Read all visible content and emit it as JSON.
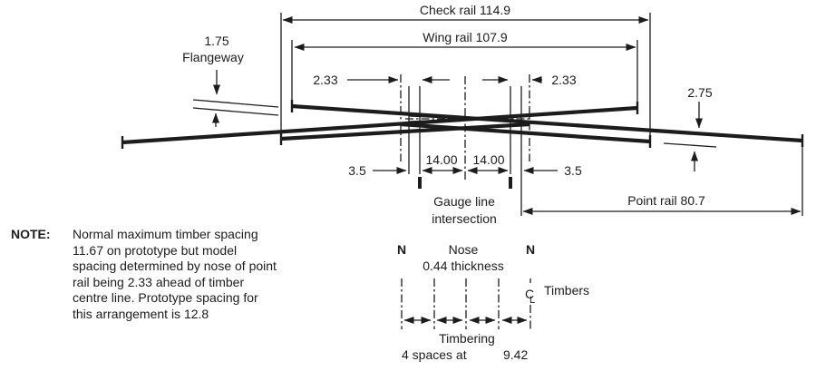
{
  "colors": {
    "ink": "#1c1c1c",
    "background": "#ffffff"
  },
  "dimensions": {
    "check_rail": "Check rail 114.9",
    "wing_rail": "Wing rail 107.9",
    "point_rail": "Point rail 80.7",
    "flangeway_value": "1.75",
    "flangeway_label": "Flangeway",
    "nose_offset_left": "2.33",
    "nose_offset_right": "2.33",
    "rail_offset": "2.75",
    "heel_left": "3.5",
    "heel_right": "3.5",
    "gauge_left": "14.00",
    "gauge_right": "14.00"
  },
  "annotations": {
    "gauge_line_1": "Gauge line",
    "gauge_line_2": "intersection",
    "n_left": "N",
    "n_right": "N",
    "nose": "Nose",
    "nose_thickness": "0.44 thickness",
    "cl_c": "C",
    "cl_l": "L",
    "timbers": "Timbers",
    "timbering": "Timbering",
    "spaces_label": "4 spaces at",
    "spaces_value": "9.42"
  },
  "note": {
    "heading": "NOTE:",
    "lines": [
      "Normal maximum timber spacing",
      "11.67 on prototype but model",
      "spacing determined by nose of point",
      "rail being 2.33 ahead of timber",
      "centre line. Prototype spacing for",
      "this arrangement is 12.8"
    ]
  }
}
